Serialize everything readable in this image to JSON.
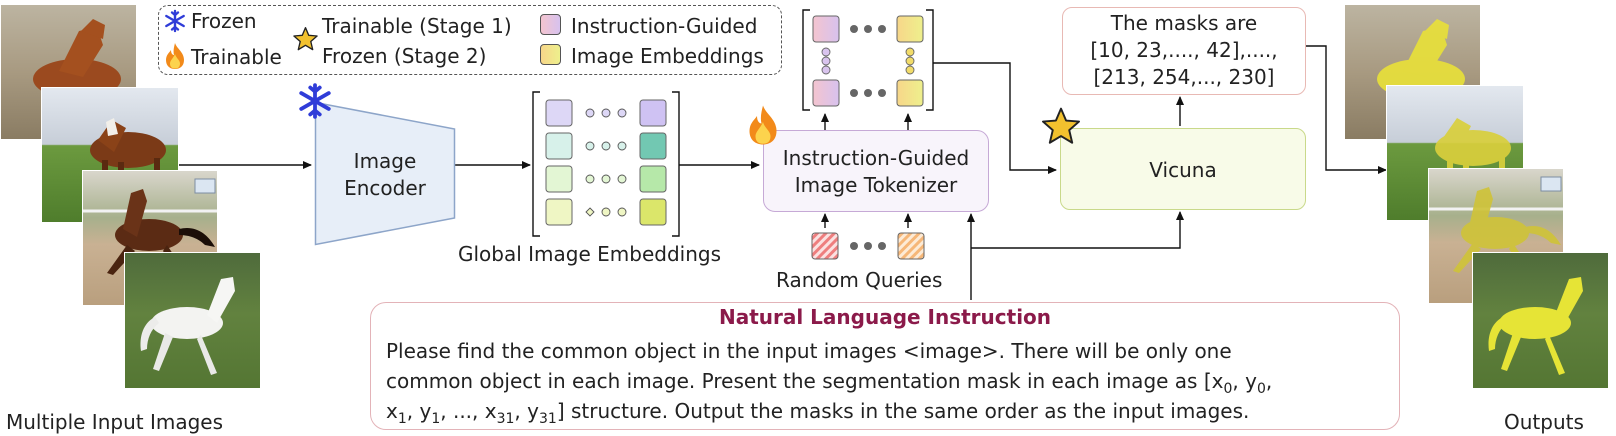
{
  "legend": {
    "frozen": "Frozen",
    "trainable": "Trainable",
    "trainable_stage1": "Trainable (Stage 1)",
    "frozen_stage2": "Frozen (Stage 2)",
    "instruction_guided": "Instruction-Guided",
    "image_embeddings": "Image Embeddings"
  },
  "encoder": {
    "line1": "Image",
    "line2": "Encoder"
  },
  "global_embeddings_label": "Global Image Embeddings",
  "tokenizer": {
    "line1": "Instruction-Guided",
    "line2": "Image Tokenizer"
  },
  "random_queries_label": "Random Queries",
  "vicuna_label": "Vicuna",
  "masks_output": {
    "line1": "The masks are",
    "line2": "[10, 23,...., 42],....,",
    "line3": "[213, 254,..., 230]"
  },
  "inputs_label": "Multiple Input Images",
  "outputs_label": "Outputs",
  "instruction": {
    "title": "Natural Language Instruction",
    "line1": "Please find the common object in the input images <image>. There will be only one",
    "line2_pre": "common object in each image. Present the segmentation mask in each image as [x",
    "line2_sub1": "0",
    "line2_mid": ", y",
    "line2_sub2": "0",
    "line2_post": ",",
    "line3_a": "x",
    "line3_sub1": "1",
    "line3_b": ", y",
    "line3_sub2": "1",
    "line3_c": ", ..., x",
    "line3_sub3": "31",
    "line3_d": ", y",
    "line3_sub4": "31",
    "line3_e": "] structure. Output the masks in the same order as the input images."
  },
  "colors": {
    "title_accent": "#8b1a4a",
    "frozen_blue": "#2f3cd8",
    "star_gold": "#f2c12e",
    "vicuna_fill": "#f8fbe8",
    "vicuna_border": "#c9d98a",
    "tokenizer_fill": "#f8f4fb",
    "tokenizer_border": "#c6a9d6",
    "masks_border": "#e8b9b4",
    "instruction_border": "#e3b3b8",
    "encoder_fill": "#e7eef8",
    "encoder_border": "#8da5c9",
    "mask_yellow": "#e8e03a"
  },
  "icons": [
    "snowflake-icon",
    "flame-icon",
    "star-icon"
  ]
}
